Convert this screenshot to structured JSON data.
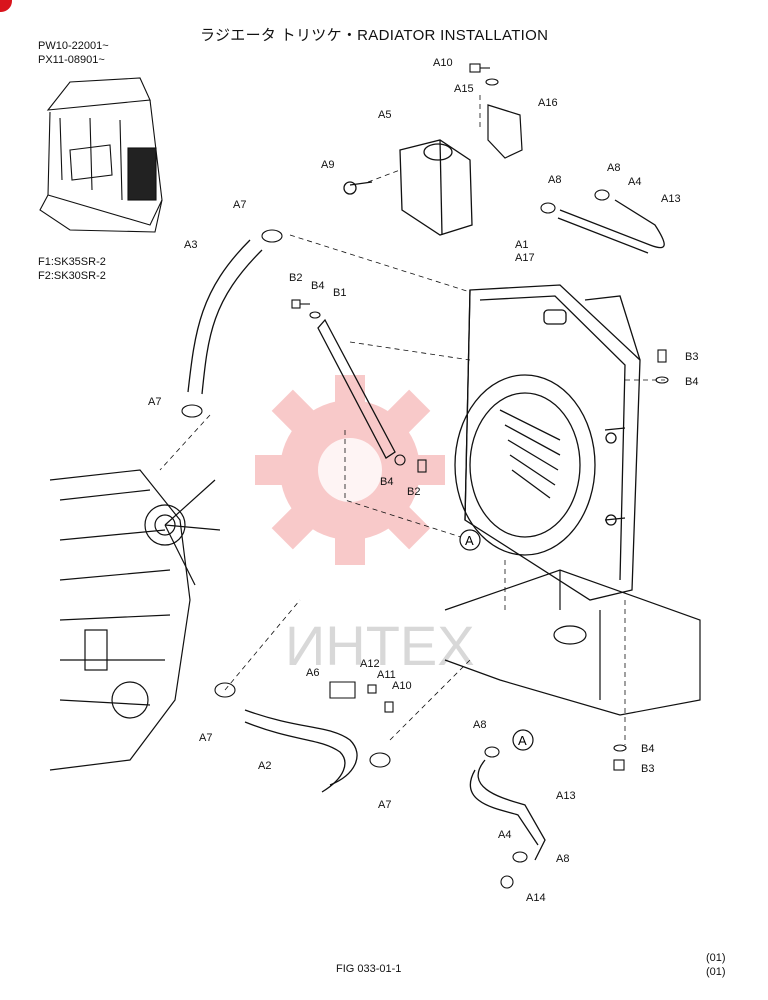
{
  "title": "ラジエータ トリツケ・RADIATOR INSTALLATION",
  "serials": [
    "PW10-22001~",
    "PX11-08901~"
  ],
  "models": [
    "F1:SK35SR-2",
    "F2:SK30SR-2"
  ],
  "watermark": "ИНТЕХ",
  "figure": "FIG  033-01-1",
  "revisions": [
    "(01)",
    "(01)"
  ],
  "colors": {
    "line": "#111111",
    "watermark": "#f08a8a",
    "corner": "#d9141c"
  },
  "callouts": {
    "a10_top": "A10",
    "a15": "A15",
    "a16": "A16",
    "a5": "A5",
    "a9": "A9",
    "a8_left": "A8",
    "a8_right": "A8",
    "a4_top": "A4",
    "a13_top": "A13",
    "a7_top": "A7",
    "a3": "A3",
    "a1": "A1",
    "a17": "A17",
    "b2_top": "B2",
    "b4_top": "B4",
    "b1": "B1",
    "b3_right": "B3",
    "b4_right": "B4",
    "a7_mid": "A7",
    "b4_mid": "B4",
    "b2_mid": "B2",
    "circle_a_main": "A",
    "a6": "A6",
    "a12": "A12",
    "a11": "A11",
    "a10_low": "A10",
    "a7_low_left": "A7",
    "a2": "A2",
    "a7_low_right": "A7",
    "a8_low": "A8",
    "circle_a_low": "A",
    "b4_low": "B4",
    "b3_low": "B3",
    "a13_low": "A13",
    "a4_low": "A4",
    "a8_bottom": "A8",
    "a14": "A14"
  }
}
